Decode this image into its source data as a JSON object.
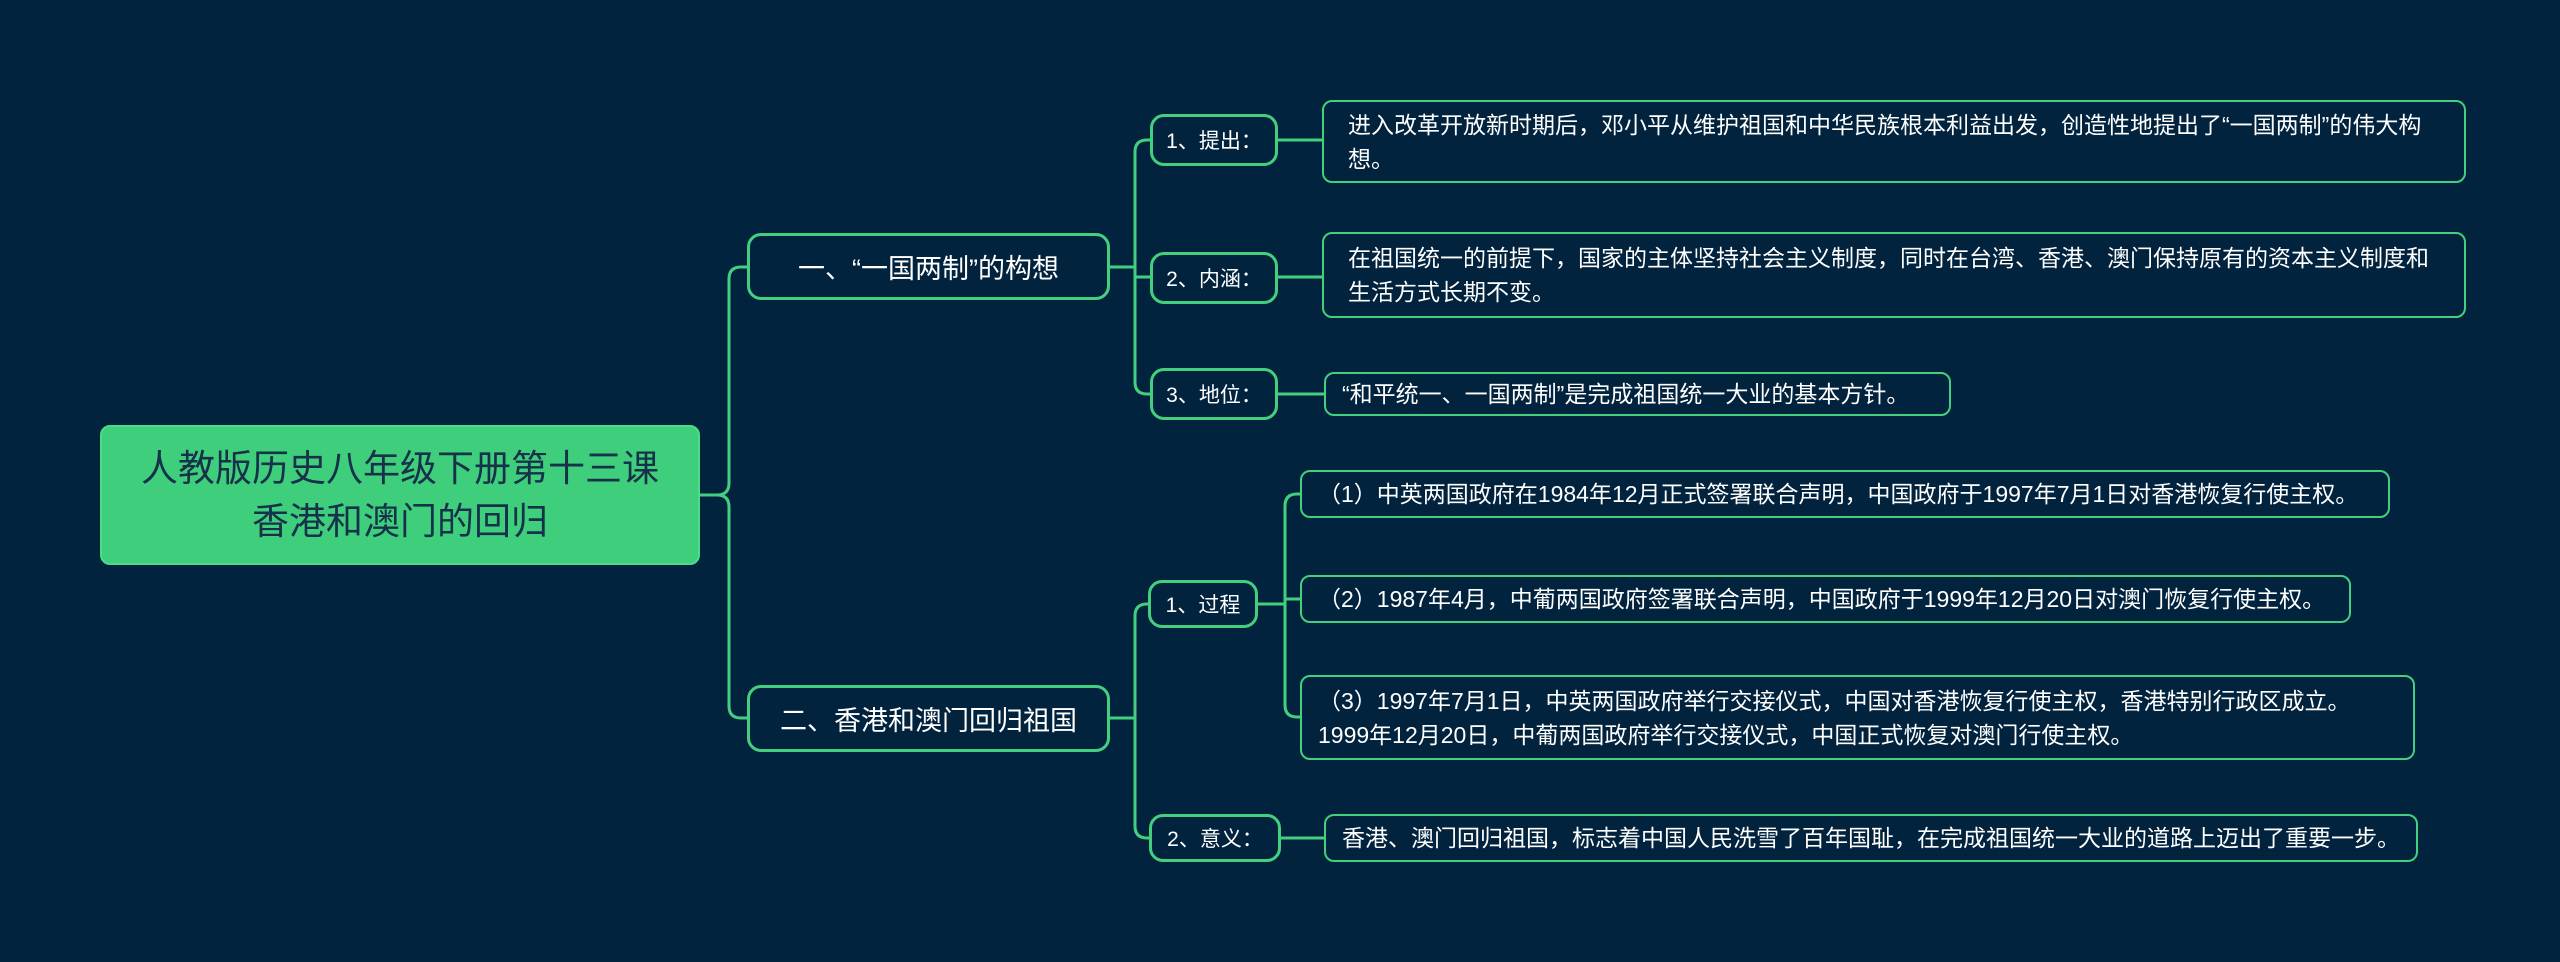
{
  "root": {
    "line1": "人教版历史八年级下册第十三课",
    "line2": "香港和澳门的回归"
  },
  "branches": [
    {
      "label": "一、“一国两制”的构想",
      "children": [
        {
          "label": "1、提出：",
          "text": "进入改革开放新时期后，邓小平从维护祖国和中华民族根本利益出发，创造性地提出了“一国两制”的伟大构想。"
        },
        {
          "label": "2、内涵：",
          "text": "在祖国统一的前提下，国家的主体坚持社会主义制度，同时在台湾、香港、澳门保持原有的资本主义制度和生活方式长期不变。"
        },
        {
          "label": "3、地位：",
          "text": "“和平统一、一国两制”是完成祖国统一大业的基本方针。"
        }
      ]
    },
    {
      "label": "二、香港和澳门回归祖国",
      "children": [
        {
          "label": "1、过程",
          "items": [
            "（1）中英两国政府在1984年12月正式签署联合声明，中国政府于1997年7月1日对香港恢复行使主权。",
            "（2）1987年4月，中葡两国政府签署联合声明，中国政府于1999年12月20日对澳门恢复行使主权。",
            "（3）1997年7月1日，中英两国政府举行交接仪式，中国对香港恢复行使主权，香港特别行政区成立。1999年12月20日，中葡两国政府举行交接仪式，中国正式恢复对澳门行使主权。"
          ]
        },
        {
          "label": "2、意义：",
          "text": "香港、澳门回归祖国，标志着中国人民洗雪了百年国耻，在完成祖国统一大业的道路上迈出了重要一步。"
        }
      ]
    }
  ],
  "colors": {
    "background": "#02233E",
    "accent": "#43CF7E",
    "root_fill": "#3FCE7B",
    "root_text": "#16324A",
    "node_text": "#FFFFFF"
  }
}
